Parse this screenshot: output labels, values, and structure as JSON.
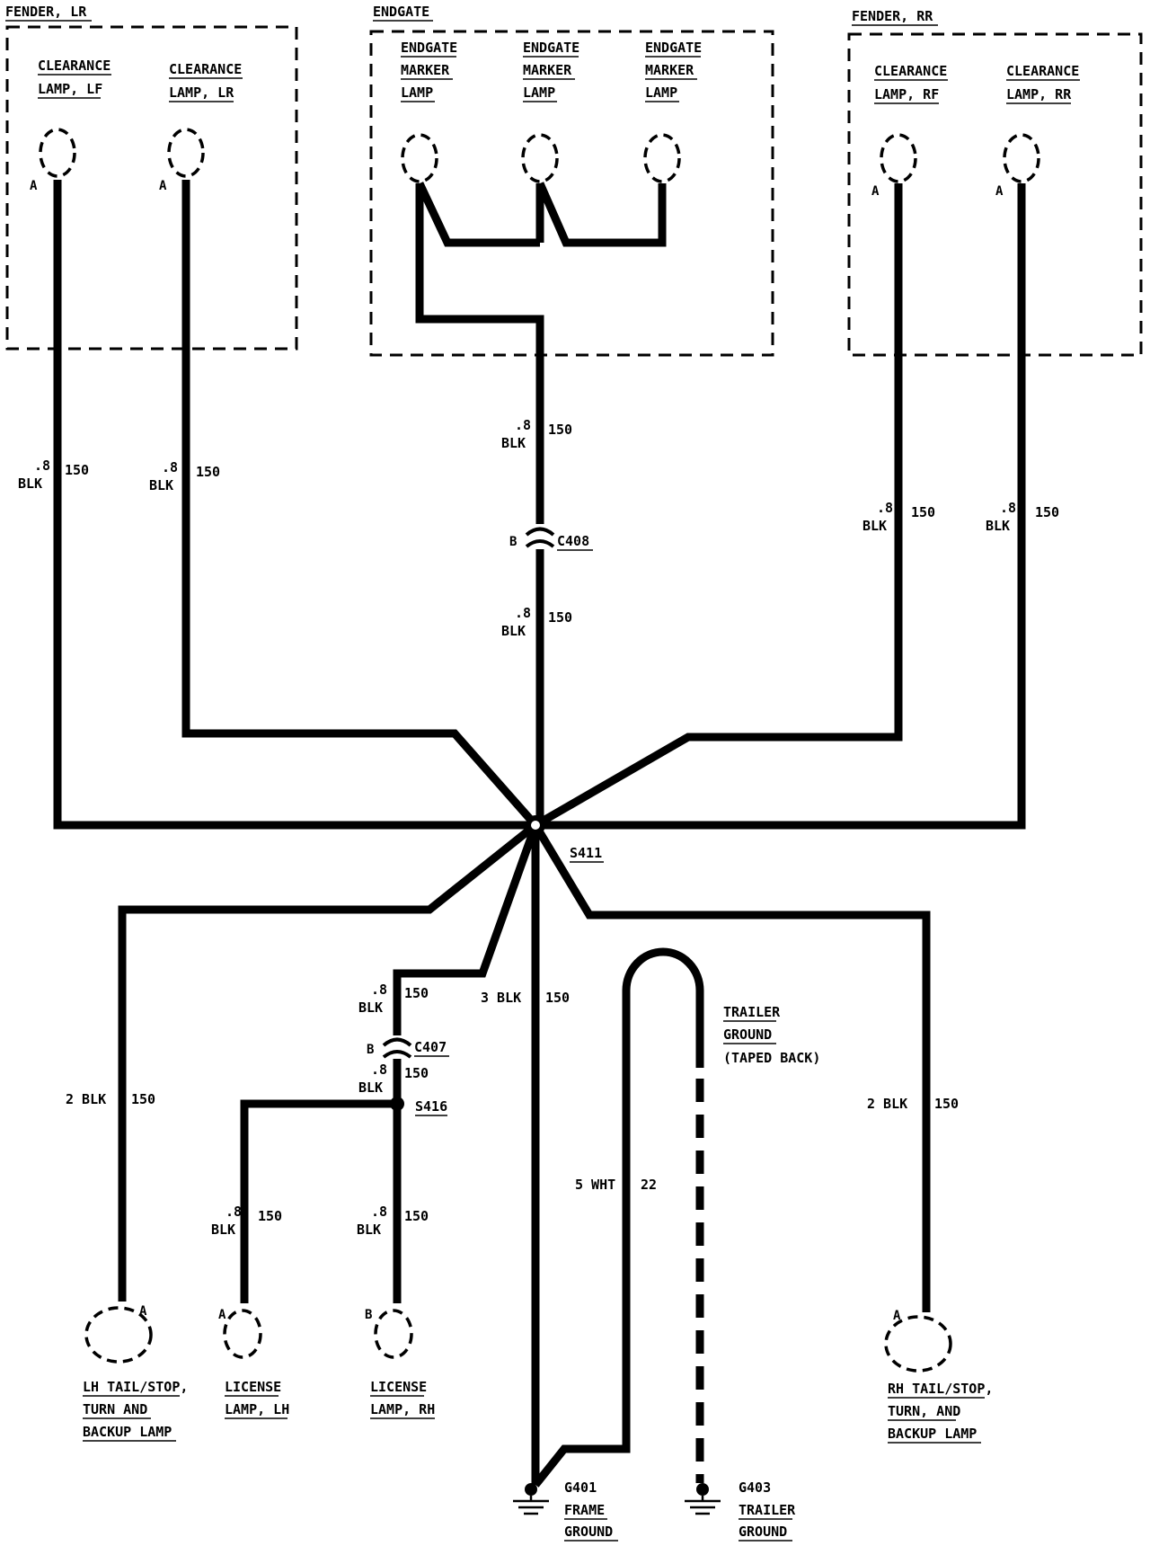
{
  "groups": {
    "fender_lr": "FENDER, LR",
    "endgate": "ENDGATE",
    "fender_rr": "FENDER, RR"
  },
  "lamps": {
    "clr_lf": [
      "CLEARANCE",
      "LAMP, LF"
    ],
    "clr_lr": [
      "CLEARANCE",
      "LAMP, LR"
    ],
    "clr_rf": [
      "CLEARANCE",
      "LAMP, RF"
    ],
    "clr_rr": [
      "CLEARANCE",
      "LAMP, RR"
    ],
    "endgate_marker": [
      "ENDGATE",
      "MARKER",
      "LAMP"
    ],
    "lh_tail": [
      "LH TAIL/STOP,",
      "TURN AND",
      "BACKUP LAMP"
    ],
    "rh_tail": [
      "RH TAIL/STOP,",
      "TURN, AND",
      "BACKUP LAMP"
    ],
    "license_lh": [
      "LICENSE",
      "LAMP, LH"
    ],
    "license_rh": [
      "LICENSE",
      "LAMP, RH"
    ]
  },
  "pins": {
    "a": "A",
    "b": "B"
  },
  "wires": {
    "size_08": ".8",
    "blk": "BLK",
    "circuit_150": "150",
    "lh_tail_wire": "2 BLK",
    "rh_tail_wire": "2 BLK",
    "frame_wire": "3 BLK",
    "trailer_wire": "5 WHT",
    "trailer_circuit": "22"
  },
  "connectors": {
    "c408": "C408",
    "c407": "C407"
  },
  "splices": {
    "s411": "S411",
    "s416": "S416"
  },
  "trailer_ground_note": [
    "TRAILER",
    "GROUND",
    "(TAPED BACK)"
  ],
  "grounds": {
    "g401": [
      "G401",
      "FRAME",
      "GROUND"
    ],
    "g403": [
      "G403",
      "TRAILER",
      "GROUND"
    ]
  }
}
